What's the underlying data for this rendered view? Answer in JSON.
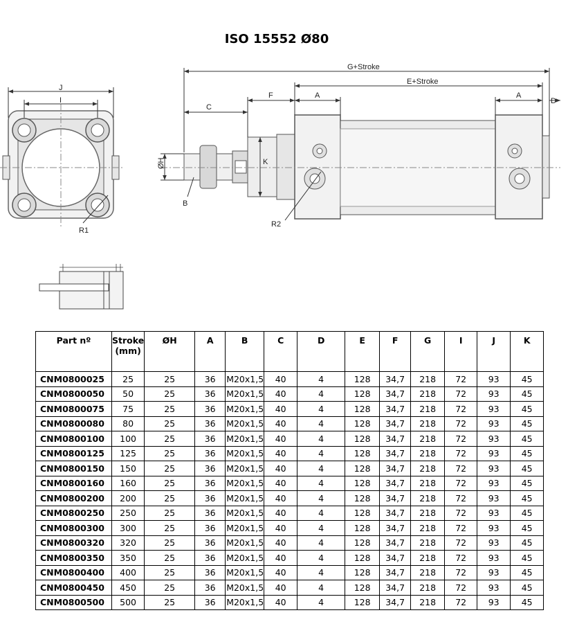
{
  "title": "ISO 15552 Ø80",
  "drawing_labels": {
    "J": "J",
    "I": "I",
    "R1": "R1",
    "G": "G+Stroke",
    "E": "E+Stroke",
    "F": "F",
    "A1": "A",
    "A2": "A",
    "C": "C",
    "D": "D",
    "H": "ØH",
    "K": "K",
    "B": "B",
    "R2": "R2"
  },
  "table": {
    "headers": [
      "Part nº",
      "Stroke (mm)",
      "ØH",
      "A",
      "B",
      "C",
      "D",
      "E",
      "F",
      "G",
      "I",
      "J",
      "K"
    ],
    "rows": [
      [
        "CNM0800025",
        "25",
        "25",
        "36",
        "M20x1,5",
        "40",
        "4",
        "128",
        "34,7",
        "218",
        "72",
        "93",
        "45"
      ],
      [
        "CNM0800050",
        "50",
        "25",
        "36",
        "M20x1,5",
        "40",
        "4",
        "128",
        "34,7",
        "218",
        "72",
        "93",
        "45"
      ],
      [
        "CNM0800075",
        "75",
        "25",
        "36",
        "M20x1,5",
        "40",
        "4",
        "128",
        "34,7",
        "218",
        "72",
        "93",
        "45"
      ],
      [
        "CNM0800080",
        "80",
        "25",
        "36",
        "M20x1,5",
        "40",
        "4",
        "128",
        "34,7",
        "218",
        "72",
        "93",
        "45"
      ],
      [
        "CNM0800100",
        "100",
        "25",
        "36",
        "M20x1,5",
        "40",
        "4",
        "128",
        "34,7",
        "218",
        "72",
        "93",
        "45"
      ],
      [
        "CNM0800125",
        "125",
        "25",
        "36",
        "M20x1,5",
        "40",
        "4",
        "128",
        "34,7",
        "218",
        "72",
        "93",
        "45"
      ],
      [
        "CNM0800150",
        "150",
        "25",
        "36",
        "M20x1,5",
        "40",
        "4",
        "128",
        "34,7",
        "218",
        "72",
        "93",
        "45"
      ],
      [
        "CNM0800160",
        "160",
        "25",
        "36",
        "M20x1,5",
        "40",
        "4",
        "128",
        "34,7",
        "218",
        "72",
        "93",
        "45"
      ],
      [
        "CNM0800200",
        "200",
        "25",
        "36",
        "M20x1,5",
        "40",
        "4",
        "128",
        "34,7",
        "218",
        "72",
        "93",
        "45"
      ],
      [
        "CNM0800250",
        "250",
        "25",
        "36",
        "M20x1,5",
        "40",
        "4",
        "128",
        "34,7",
        "218",
        "72",
        "93",
        "45"
      ],
      [
        "CNM0800300",
        "300",
        "25",
        "36",
        "M20x1,5",
        "40",
        "4",
        "128",
        "34,7",
        "218",
        "72",
        "93",
        "45"
      ],
      [
        "CNM0800320",
        "320",
        "25",
        "36",
        "M20x1,5",
        "40",
        "4",
        "128",
        "34,7",
        "218",
        "72",
        "93",
        "45"
      ],
      [
        "CNM0800350",
        "350",
        "25",
        "36",
        "M20x1,5",
        "40",
        "4",
        "128",
        "34,7",
        "218",
        "72",
        "93",
        "45"
      ],
      [
        "CNM0800400",
        "400",
        "25",
        "36",
        "M20x1,5",
        "40",
        "4",
        "128",
        "34,7",
        "218",
        "72",
        "93",
        "45"
      ],
      [
        "CNM0800450",
        "450",
        "25",
        "36",
        "M20x1,5",
        "40",
        "4",
        "128",
        "34,7",
        "218",
        "72",
        "93",
        "45"
      ],
      [
        "CNM0800500",
        "500",
        "25",
        "36",
        "M20x1,5",
        "40",
        "4",
        "128",
        "34,7",
        "218",
        "72",
        "93",
        "45"
      ]
    ]
  }
}
